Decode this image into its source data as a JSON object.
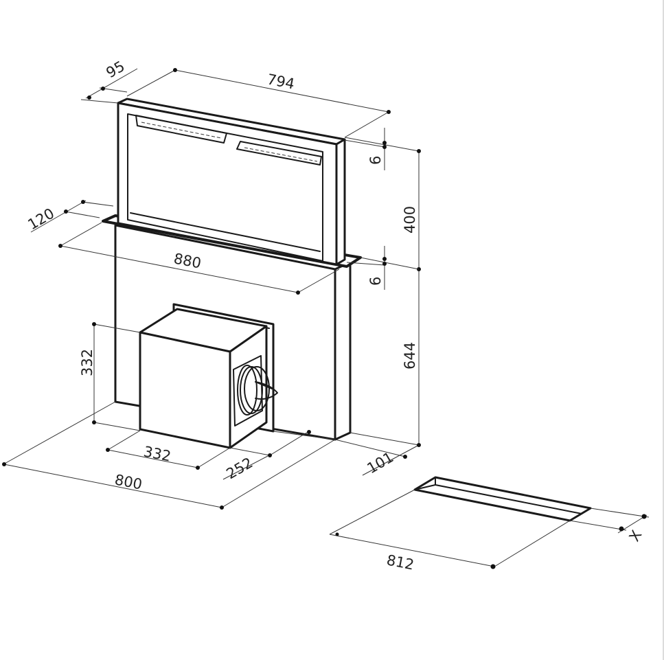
{
  "drawing": {
    "subject": "Downdraft extractor hood - technical dimension drawing",
    "units": "mm",
    "colors": {
      "line": "#1a1a1a",
      "dimension": "#333333",
      "background": "#ffffff"
    }
  },
  "dimensions": {
    "panel_depth": "95",
    "panel_width": "794",
    "top_gap": "6",
    "panel_height": "400",
    "bottom_gap": "6",
    "trim_depth": "120",
    "trim_width": "880",
    "body_height": "644",
    "motor_height": "332",
    "motor_width": "332",
    "motor_offset": "252",
    "body_depth": "101",
    "body_width": "800",
    "cutout_width": "812",
    "cutout_depth": "X"
  }
}
